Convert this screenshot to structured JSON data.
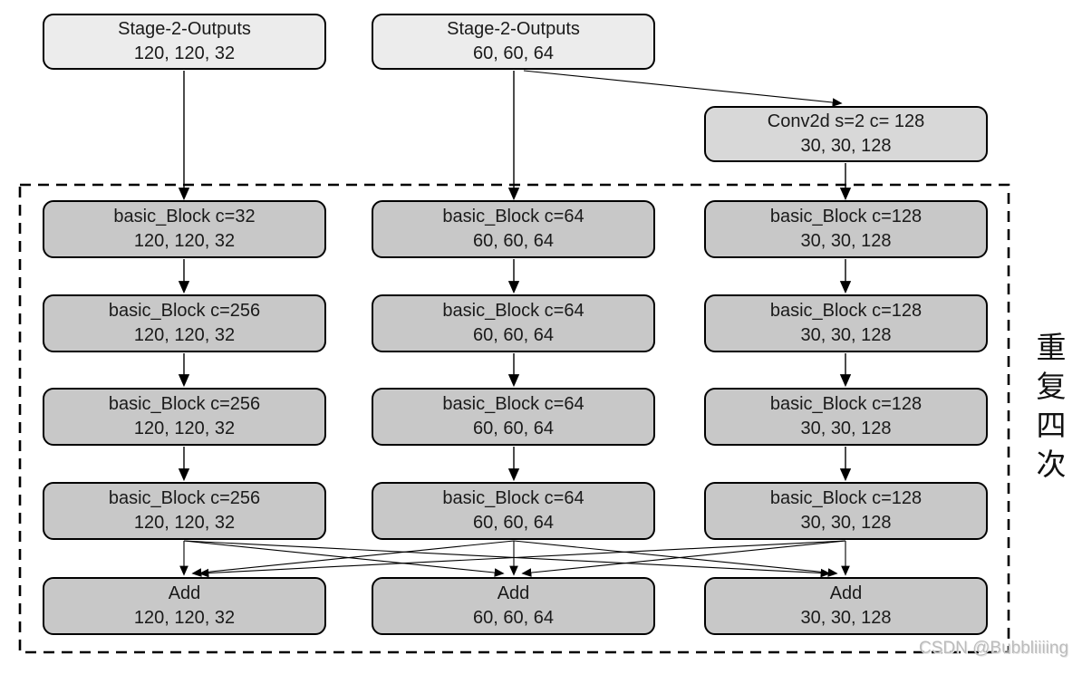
{
  "diagram": {
    "inputs": [
      {
        "title": "Stage-2-Outputs",
        "shape": "120, 120, 32"
      },
      {
        "title": "Stage-2-Outputs",
        "shape": "60, 60, 64"
      },
      {
        "title": "Conv2d s=2 c= 128",
        "shape": "30, 30, 128"
      }
    ],
    "columns": [
      {
        "blocks": [
          {
            "title": "basic_Block c=32",
            "shape": "120, 120, 32"
          },
          {
            "title": "basic_Block c=256",
            "shape": "120, 120, 32"
          },
          {
            "title": "basic_Block c=256",
            "shape": "120, 120, 32"
          },
          {
            "title": "basic_Block c=256",
            "shape": "120, 120, 32"
          },
          {
            "title": "Add",
            "shape": "120, 120, 32"
          }
        ]
      },
      {
        "blocks": [
          {
            "title": "basic_Block c=64",
            "shape": "60, 60, 64"
          },
          {
            "title": "basic_Block c=64",
            "shape": "60, 60, 64"
          },
          {
            "title": "basic_Block c=64",
            "shape": "60, 60, 64"
          },
          {
            "title": "basic_Block c=64",
            "shape": "60, 60, 64"
          },
          {
            "title": "Add",
            "shape": "60, 60, 64"
          }
        ]
      },
      {
        "blocks": [
          {
            "title": "basic_Block c=128",
            "shape": "30, 30, 128"
          },
          {
            "title": "basic_Block c=128",
            "shape": "30, 30, 128"
          },
          {
            "title": "basic_Block c=128",
            "shape": "30, 30, 128"
          },
          {
            "title": "basic_Block c=128",
            "shape": "30, 30, 128"
          },
          {
            "title": "Add",
            "shape": "30, 30, 128"
          }
        ]
      }
    ],
    "repeat_label": "重复四次",
    "watermark": "CSDN @Bubbliiiing",
    "colors": {
      "input_fill": "#ececec",
      "conv_fill": "#d8d8d8",
      "block_fill": "#c8c8c8",
      "line": "#000000",
      "watermark_text": "#bcbcbc"
    }
  }
}
